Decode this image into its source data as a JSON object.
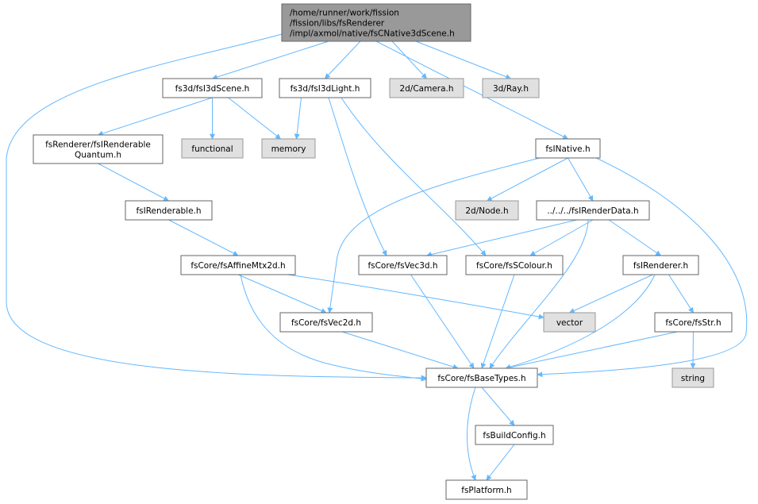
{
  "colors": {
    "root_fill": "#999999",
    "root_stroke": "#666666",
    "node_fill": "#ffffff",
    "node_stroke": "#666666",
    "ext_fill": "#e0e0e0",
    "ext_stroke": "#999999",
    "edge": "#63b8ff"
  },
  "nodes": [
    {
      "id": "root",
      "kind": "root",
      "lines": [
        "/home/runner/work/fission",
        "/fission/libs/fsRenderer",
        "/impl/axmol/native/fsCNative3dScene.h"
      ]
    },
    {
      "id": "i3dscene",
      "kind": "file",
      "lines": [
        "fs3d/fsI3dScene.h"
      ]
    },
    {
      "id": "i3dlight",
      "kind": "file",
      "lines": [
        "fs3d/fsI3dLight.h"
      ]
    },
    {
      "id": "camera",
      "kind": "external",
      "lines": [
        "2d/Camera.h"
      ]
    },
    {
      "id": "ray",
      "kind": "external",
      "lines": [
        "3d/Ray.h"
      ]
    },
    {
      "id": "inative",
      "kind": "file",
      "lines": [
        "fsINative.h"
      ]
    },
    {
      "id": "quantum",
      "kind": "file",
      "lines": [
        "fsRenderer/fsIRenderable",
        "Quantum.h"
      ]
    },
    {
      "id": "functional",
      "kind": "external",
      "lines": [
        "functional"
      ]
    },
    {
      "id": "memory",
      "kind": "external",
      "lines": [
        "memory"
      ]
    },
    {
      "id": "renderable",
      "kind": "file",
      "lines": [
        "fsIRenderable.h"
      ]
    },
    {
      "id": "node2d",
      "kind": "external",
      "lines": [
        "2d/Node.h"
      ]
    },
    {
      "id": "renderdata",
      "kind": "file",
      "lines": [
        "../../../fsIRenderData.h"
      ]
    },
    {
      "id": "affine",
      "kind": "file",
      "lines": [
        "fsCore/fsAffineMtx2d.h"
      ]
    },
    {
      "id": "vec3d",
      "kind": "file",
      "lines": [
        "fsCore/fsVec3d.h"
      ]
    },
    {
      "id": "scolour",
      "kind": "file",
      "lines": [
        "fsCore/fsSColour.h"
      ]
    },
    {
      "id": "irenderer",
      "kind": "file",
      "lines": [
        "fsIRenderer.h"
      ]
    },
    {
      "id": "vec2d",
      "kind": "file",
      "lines": [
        "fsCore/fsVec2d.h"
      ]
    },
    {
      "id": "vector",
      "kind": "external",
      "lines": [
        "vector"
      ]
    },
    {
      "id": "str",
      "kind": "file",
      "lines": [
        "fsCore/fsStr.h"
      ]
    },
    {
      "id": "basetypes",
      "kind": "file",
      "lines": [
        "fsCore/fsBaseTypes.h"
      ]
    },
    {
      "id": "string",
      "kind": "external",
      "lines": [
        "string"
      ]
    },
    {
      "id": "buildconfig",
      "kind": "file",
      "lines": [
        "fsBuildConfig.h"
      ]
    },
    {
      "id": "platform",
      "kind": "file",
      "lines": [
        "fsPlatform.h"
      ]
    }
  ],
  "edges": [
    {
      "from": "root",
      "to": "i3dscene"
    },
    {
      "from": "root",
      "to": "i3dlight"
    },
    {
      "from": "root",
      "to": "camera"
    },
    {
      "from": "root",
      "to": "ray"
    },
    {
      "from": "root",
      "to": "inative"
    },
    {
      "from": "root",
      "to": "basetypes"
    },
    {
      "from": "i3dscene",
      "to": "quantum"
    },
    {
      "from": "i3dscene",
      "to": "functional"
    },
    {
      "from": "i3dscene",
      "to": "memory"
    },
    {
      "from": "i3dlight",
      "to": "memory"
    },
    {
      "from": "i3dlight",
      "to": "vec3d"
    },
    {
      "from": "i3dlight",
      "to": "scolour"
    },
    {
      "from": "quantum",
      "to": "renderable"
    },
    {
      "from": "renderable",
      "to": "affine"
    },
    {
      "from": "inative",
      "to": "node2d"
    },
    {
      "from": "inative",
      "to": "renderdata"
    },
    {
      "from": "inative",
      "to": "vec2d"
    },
    {
      "from": "inative",
      "to": "basetypes"
    },
    {
      "from": "renderdata",
      "to": "vec3d"
    },
    {
      "from": "renderdata",
      "to": "scolour"
    },
    {
      "from": "renderdata",
      "to": "irenderer"
    },
    {
      "from": "renderdata",
      "to": "basetypes"
    },
    {
      "from": "affine",
      "to": "vec2d"
    },
    {
      "from": "affine",
      "to": "vector"
    },
    {
      "from": "affine",
      "to": "basetypes"
    },
    {
      "from": "vec3d",
      "to": "basetypes"
    },
    {
      "from": "scolour",
      "to": "basetypes"
    },
    {
      "from": "irenderer",
      "to": "vector"
    },
    {
      "from": "irenderer",
      "to": "str"
    },
    {
      "from": "irenderer",
      "to": "basetypes"
    },
    {
      "from": "vec2d",
      "to": "basetypes"
    },
    {
      "from": "str",
      "to": "basetypes"
    },
    {
      "from": "str",
      "to": "string"
    },
    {
      "from": "basetypes",
      "to": "buildconfig"
    },
    {
      "from": "basetypes",
      "to": "platform"
    },
    {
      "from": "buildconfig",
      "to": "platform"
    }
  ]
}
